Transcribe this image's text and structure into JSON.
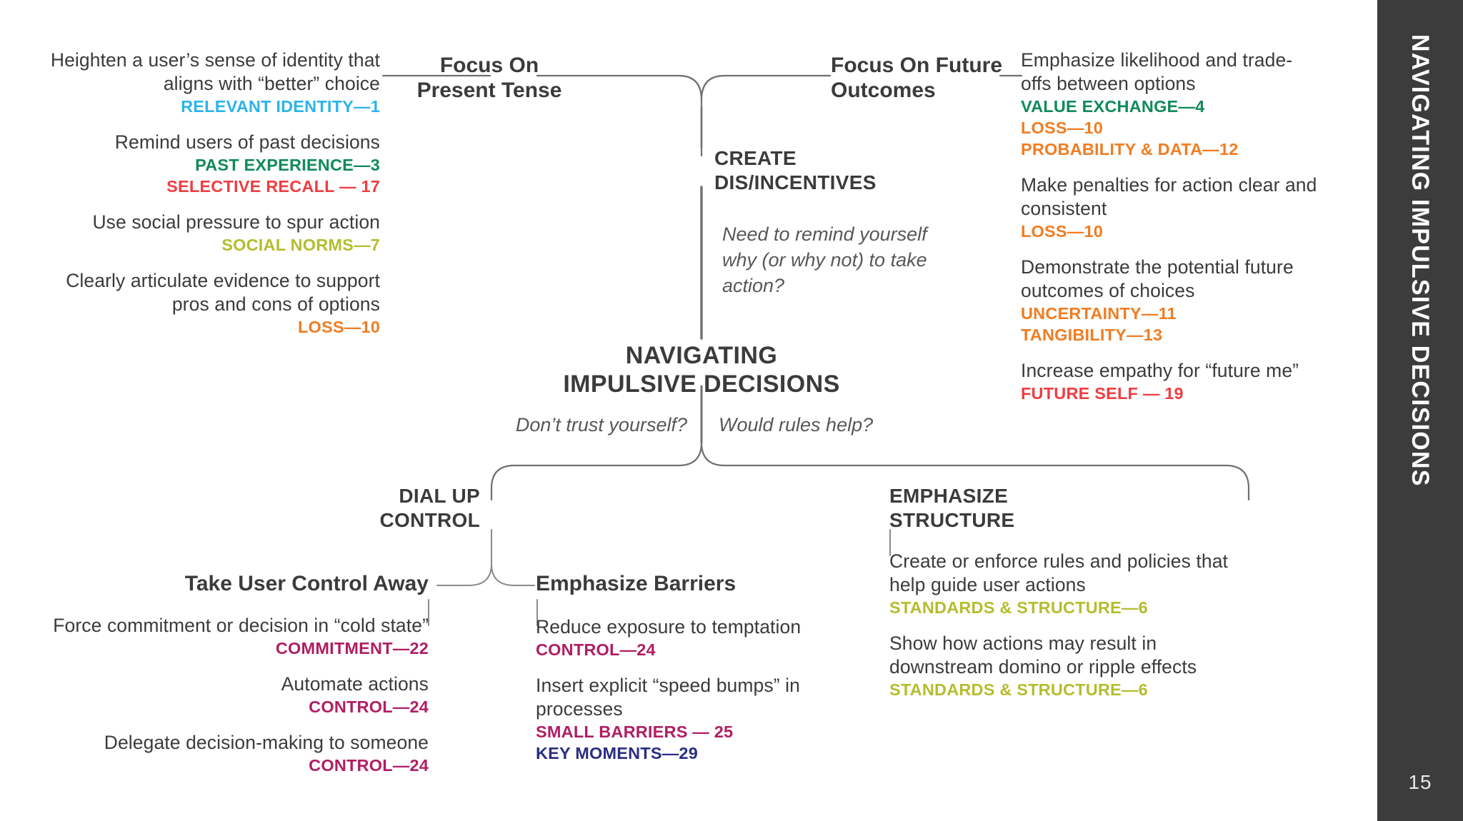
{
  "rail": {
    "title": "NAVIGATING IMPULSIVE DECISIONS",
    "page_number": "15",
    "bg_color": "#3c3c3d"
  },
  "center": {
    "title_line1": "NAVIGATING",
    "title_line2": "IMPULSIVE DECISIONS"
  },
  "colors": {
    "relevant_identity": "#2cb4e8",
    "past_experience": "#108a5a",
    "selective_recall": "#ef3e42",
    "social_norms": "#b5bd2e",
    "loss": "#f07d22",
    "value_exchange": "#108a5a",
    "probability_data": "#f07d22",
    "uncertainty": "#f07d22",
    "tangibility": "#f07d22",
    "future_self": "#ef3e42",
    "standards_structure": "#b5bd2e",
    "commitment": "#b01e63",
    "control": "#b01e63",
    "small_barriers": "#b01e63",
    "key_moments": "#2b2e83",
    "text": "#3b3b3b",
    "italic": "#58585a",
    "line": "#6f7072"
  },
  "branches": {
    "present_tense": {
      "label_line1": "Focus On",
      "label_line2": "Present Tense",
      "items": [
        {
          "desc": "Heighten a user’s sense of identity that aligns with “better” choice",
          "tags": [
            {
              "text": "RELEVANT IDENTITY—1",
              "color_key": "relevant_identity"
            }
          ]
        },
        {
          "desc": "Remind users of past decisions",
          "tags": [
            {
              "text": "PAST EXPERIENCE—3",
              "color_key": "past_experience"
            },
            {
              "text": "SELECTIVE RECALL — 17",
              "color_key": "selective_recall"
            }
          ]
        },
        {
          "desc": "Use social pressure to spur action",
          "tags": [
            {
              "text": "SOCIAL NORMS—7",
              "color_key": "social_norms"
            }
          ]
        },
        {
          "desc": "Clearly articulate evidence to support pros and cons of options",
          "tags": [
            {
              "text": "LOSS—10",
              "color_key": "loss"
            }
          ]
        }
      ]
    },
    "future_outcomes": {
      "label_line1": "Focus On Future",
      "label_line2": "Outcomes",
      "items": [
        {
          "desc": "Emphasize likelihood and trade-offs between options",
          "tags": [
            {
              "text": "VALUE EXCHANGE—4",
              "color_key": "value_exchange"
            },
            {
              "text": "LOSS—10",
              "color_key": "loss"
            },
            {
              "text": "PROBABILITY & DATA—12",
              "color_key": "probability_data"
            }
          ]
        },
        {
          "desc": "Make penalties for action clear and consistent",
          "tags": [
            {
              "text": "LOSS—10",
              "color_key": "loss"
            }
          ]
        },
        {
          "desc": "Demonstrate the potential future outcomes of choices",
          "tags": [
            {
              "text": "UNCERTAINTY—11",
              "color_key": "uncertainty"
            },
            {
              "text": "TANGIBILITY—13",
              "color_key": "tangibility"
            }
          ]
        },
        {
          "desc": "Increase empathy for “future me”",
          "tags": [
            {
              "text": "FUTURE SELF —  19",
              "color_key": "future_self"
            }
          ]
        }
      ]
    },
    "create_incentives": {
      "label_line1": "CREATE",
      "label_line2": "DIS/INCENTIVES",
      "prompt": "Need to remind yourself why (or why not) to take action?"
    },
    "dial_up_control": {
      "question": "Don’t trust yourself?",
      "label_line1": "DIAL UP",
      "label_line2": "CONTROL",
      "sub_left": {
        "label": "Take User Control Away",
        "items": [
          {
            "desc": "Force commitment or decision in “cold state”",
            "tags": [
              {
                "text": "COMMITMENT—22",
                "color_key": "commitment"
              }
            ]
          },
          {
            "desc": "Automate actions",
            "tags": [
              {
                "text": "CONTROL—24",
                "color_key": "control"
              }
            ]
          },
          {
            "desc": "Delegate decision-making to someone",
            "tags": [
              {
                "text": "CONTROL—24",
                "color_key": "control"
              }
            ]
          }
        ]
      },
      "sub_right": {
        "label": "Emphasize Barriers",
        "items": [
          {
            "desc": "Reduce exposure to  temptation",
            "tags": [
              {
                "text": "CONTROL—24",
                "color_key": "control"
              }
            ]
          },
          {
            "desc": "Insert explicit “speed bumps” in processes",
            "tags": [
              {
                "text": "SMALL BARRIERS —  25",
                "color_key": "small_barriers"
              },
              {
                "text": "KEY MOMENTS—29",
                "color_key": "key_moments"
              }
            ]
          }
        ]
      }
    },
    "emphasize_structure": {
      "question": "Would rules help?",
      "label_line1": "EMPHASIZE",
      "label_line2": "STRUCTURE",
      "items": [
        {
          "desc": "Create or enforce rules and policies that help guide user actions",
          "tags": [
            {
              "text": "STANDARDS & STRUCTURE—6",
              "color_key": "standards_structure"
            }
          ]
        },
        {
          "desc": "Show how actions may result in downstream domino or ripple effects",
          "tags": [
            {
              "text": "STANDARDS & STRUCTURE—6",
              "color_key": "standards_structure"
            }
          ]
        }
      ]
    }
  }
}
